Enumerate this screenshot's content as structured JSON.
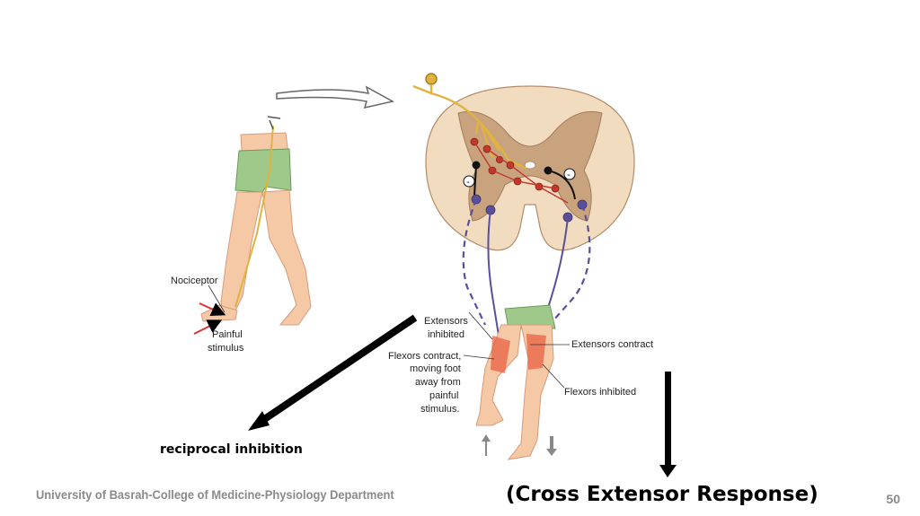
{
  "labels": {
    "nociceptor": "Nociceptor",
    "painful_1": "Painful",
    "painful_2": "stimulus",
    "ext_inhib_1": "Extensors",
    "ext_inhib_2": "inhibited",
    "ext_contract": "Extensors contract",
    "flex_contract_1": "Flexors contract,",
    "flex_contract_2": "moving foot",
    "flex_contract_3": "away from",
    "flex_contract_4": "painful",
    "flex_contract_5": "stimulus.",
    "flex_inhib": "Flexors inhibited",
    "inhib_sign": "-"
  },
  "captions": {
    "reciprocal": "reciprocal inhibition",
    "cross_extensor": "(Cross Extensor Response)"
  },
  "footer": {
    "institution": "University of Basrah-College of Medicine-Physiology Department",
    "page_number": "50"
  },
  "colors": {
    "skin": "#f6c9a6",
    "shorts": "#9fc98a",
    "gray_matter": "#c9a27e",
    "white_matter": "#f1dcc0",
    "afferent": "#e0b341",
    "interneuron": "#c0392b",
    "motor": "#5a4f99"
  }
}
